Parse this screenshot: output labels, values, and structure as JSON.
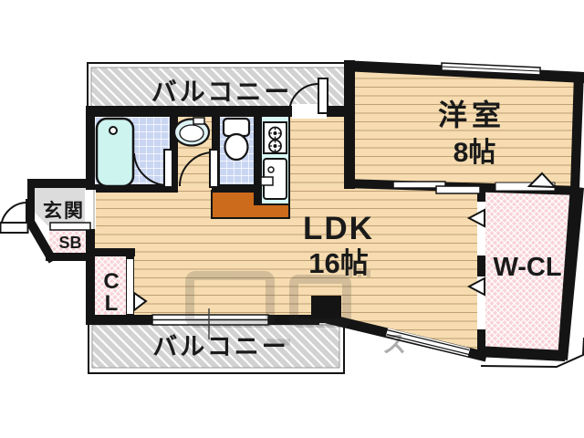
{
  "plan": {
    "type": "apartment-floor-plan",
    "rooms": {
      "balcony_top": {
        "label": "バルコニー"
      },
      "western_room": {
        "label": "洋室",
        "size": "8帖"
      },
      "ldk": {
        "label": "LDK",
        "size": "16帖"
      },
      "walk_in_closet": {
        "label": "W-CL"
      },
      "entrance": {
        "label": "玄関"
      },
      "shoe_box": {
        "label": "SB"
      },
      "closet": {
        "line1": "C",
        "line2": "L"
      },
      "balcony_bottom": {
        "label": "バルコニー"
      }
    },
    "fixtures": [
      "bathtub",
      "washbasin",
      "toilet",
      "stove",
      "kitchen-sink"
    ],
    "watermark_glyph": "ス",
    "colors": {
      "wall": "#141414",
      "wood_floor": "#f6dcb0",
      "tile_floor": "#c9d6f2",
      "balcony_hatch": "#d2d2d2",
      "closet_pink": "#f8d3d9",
      "entrance_gray": "#dcdcdc",
      "fixture_cyan": "#cdf4ef",
      "counter_orange": "#cc6b1c"
    }
  }
}
